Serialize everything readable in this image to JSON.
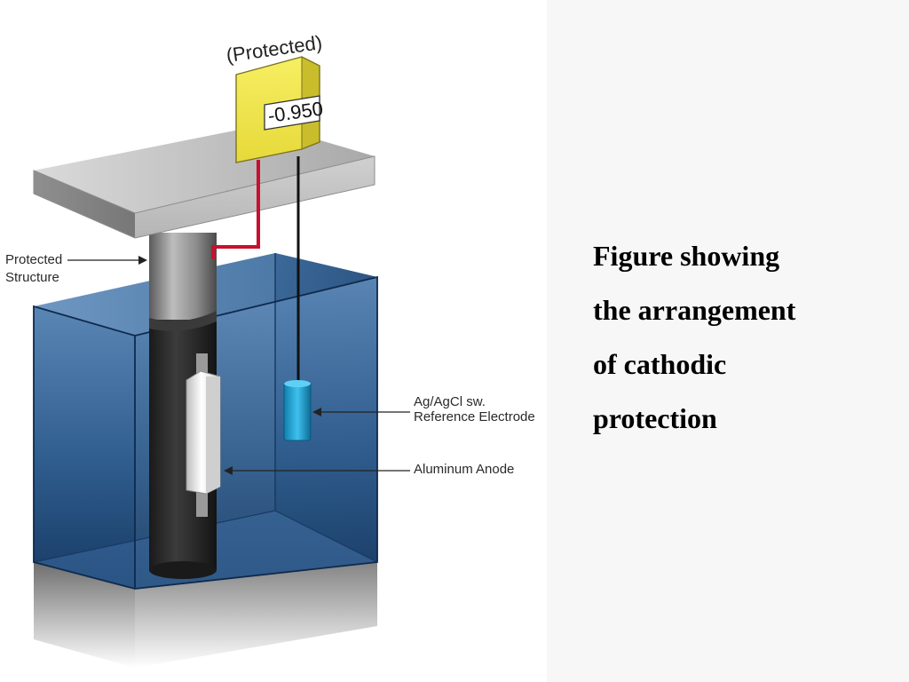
{
  "diagram": {
    "meter_status_label": "(Protected)",
    "meter_reading": "-0.950",
    "labels": {
      "protected_structure_line1": "Protected",
      "protected_structure_line2": "Structure",
      "reference_electrode_line1": "Ag/AgCl sw.",
      "reference_electrode_line2": "Reference Electrode",
      "aluminum_anode": "Aluminum Anode"
    },
    "colors": {
      "meter_box": "#f2e84a",
      "water": "#2c5a8c",
      "pipe": "#2b2b2b",
      "red_wire": "#c8102e",
      "electrode": "#1b9ed0",
      "anode": "#e8e8e8"
    }
  },
  "caption": {
    "line1": "Figure showing",
    "line2": "the arrangement",
    "line3": "of cathodic",
    "line4": "protection"
  }
}
